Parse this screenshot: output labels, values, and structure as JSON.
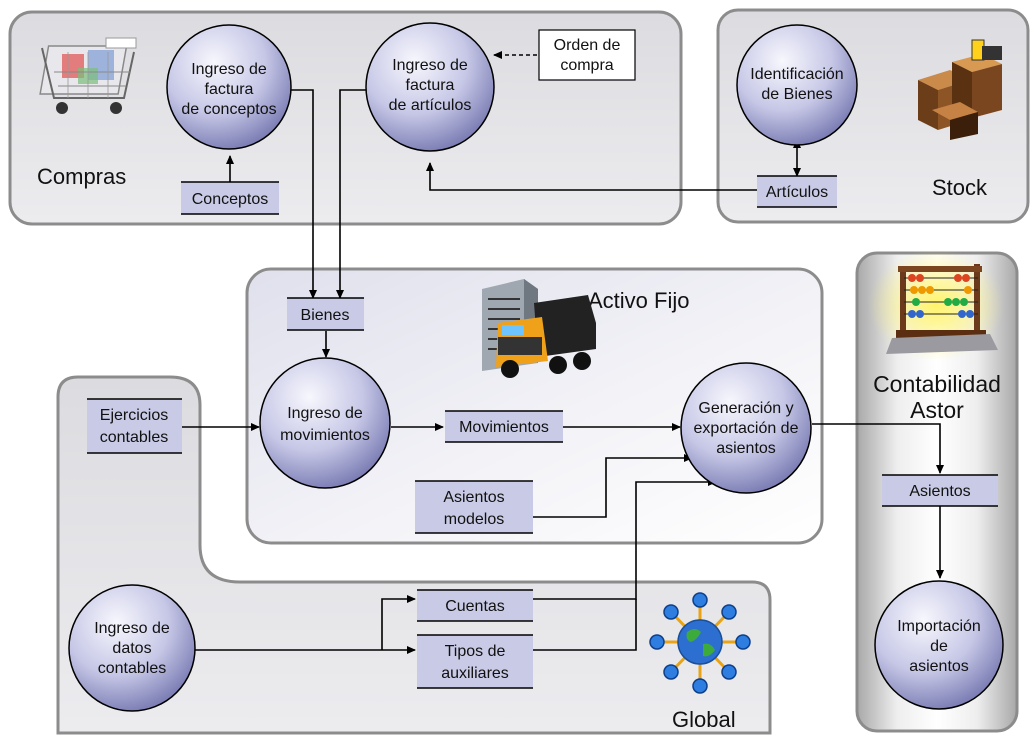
{
  "regions": {
    "compras": "Compras",
    "stock": "Stock",
    "activo_fijo": "Activo Fijo",
    "contabilidad": [
      "Contabilidad",
      "Astor"
    ],
    "global": "Global"
  },
  "processes": {
    "ingreso_factura_conceptos": [
      "Ingreso de",
      "factura",
      "de conceptos"
    ],
    "ingreso_factura_articulos": [
      "Ingreso de",
      "factura",
      "de artículos"
    ],
    "identificacion_bienes": [
      "Identificación",
      "de Bienes"
    ],
    "ingreso_movimientos": [
      "Ingreso de",
      "movimientos"
    ],
    "generacion_asientos": [
      "Generación y",
      "exportación de",
      "asientos"
    ],
    "importacion_asientos": [
      "Importación",
      "de",
      "asientos"
    ],
    "ingreso_datos_contables": [
      "Ingreso de",
      "datos",
      "contables"
    ]
  },
  "stores": {
    "orden_compra": [
      "Orden de",
      "compra"
    ],
    "conceptos": "Conceptos",
    "articulos": "Artículos",
    "bienes": "Bienes",
    "ejercicios_contables": [
      "Ejercicios",
      "contables"
    ],
    "movimientos": "Movimientos",
    "asientos_modelos": [
      "Asientos",
      "modelos"
    ],
    "asientos": "Asientos",
    "cuentas": "Cuentas",
    "tipos_auxiliares": [
      "Tipos de",
      "auxiliares"
    ]
  },
  "colors": {
    "region_fill": "#e6e6ea",
    "region_stroke": "#8c8c8c",
    "store_fill": "#c9cbe6",
    "circle_light": "#f2f2fb",
    "circle_dark": "#7d7fb6",
    "arrow": "#000000"
  },
  "icons": [
    "shopping-cart-icon",
    "boxes-icon",
    "building-truck-icon",
    "abacus-icon",
    "globe-network-icon"
  ]
}
